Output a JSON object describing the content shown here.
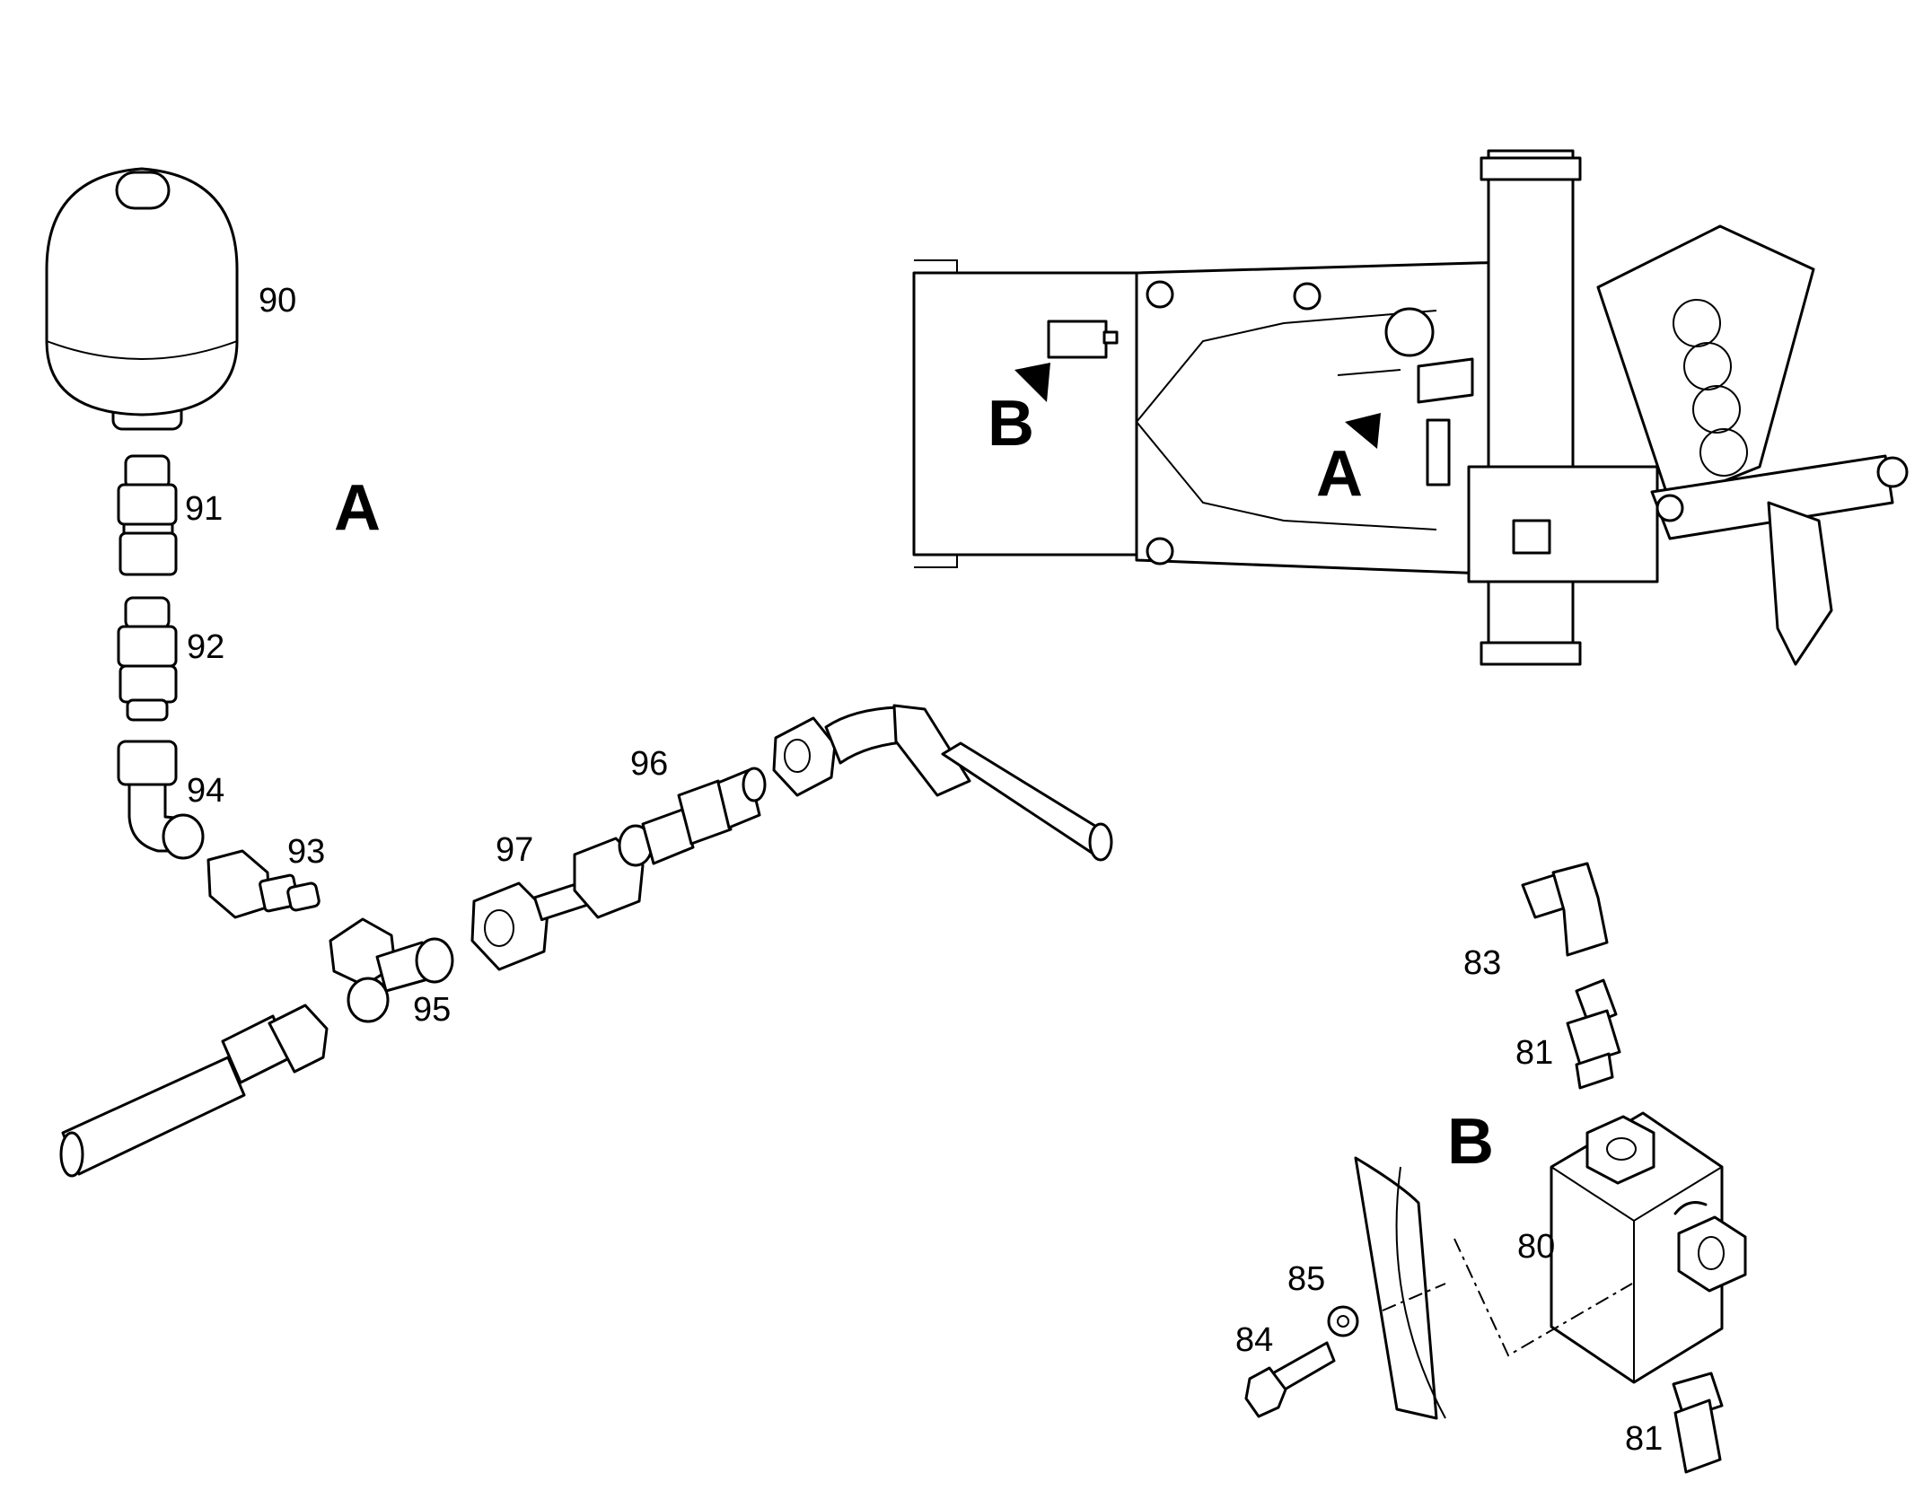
{
  "callouts": [
    "90",
    "91",
    "92",
    "94",
    "93",
    "95",
    "97",
    "96",
    "83",
    "81",
    "80",
    "85",
    "84",
    "81"
  ],
  "views": {
    "a_main": "A",
    "b_main": "B",
    "a_overview": "A",
    "b_overview": "B"
  }
}
